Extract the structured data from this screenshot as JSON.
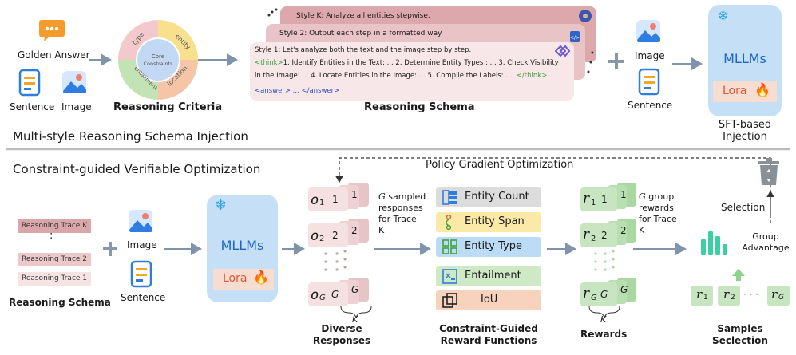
{
  "top": {
    "golden_answer": "Golden Answer",
    "sentence": "Sentence",
    "image": "Image",
    "criteria": {
      "center_line1": "Core",
      "center_line2": "Constraints",
      "segments": [
        "type",
        "entity",
        "location",
        "entailment"
      ],
      "title": "Reasoning Criteria"
    },
    "schema": {
      "style_k": "Style K: Analyze all entities stepwise.",
      "style_2": "Style 2: Output each step in a formatted way.",
      "style_1_line1": "Style 1: Let's analyze both the text and the image step by step.",
      "style_1_think_open": "<think>",
      "style_1_line2_text": "1. Identify Entities in the Text: ... 2. Determine Entity Types : ... 3. Check Visibility",
      "style_1_line3_text": "in the Image: ... 4. Locate Entities in the Image: ... 5. Compile the Labels: ...",
      "style_1_think_close": "</think>",
      "style_1_answer": "<answer> ... </answer>",
      "title": "Reasoning Schema"
    },
    "right_image": "Image",
    "right_sentence": "Sentence",
    "mllm": {
      "title": "MLLMs",
      "lora": "Lora"
    },
    "sft_title_line1": "SFT-based",
    "sft_title_line2": "Injection",
    "section_title": "Multi-style Reasoning Schema Injection"
  },
  "bottom": {
    "section_title": "Constraint-guided Verifiable Optimization",
    "policy": "Policy Gradient Optimization",
    "traces": [
      "Reasoning Trace K",
      "Reasoning Trace 2",
      "Reasoning Trace 1"
    ],
    "traces_dots": ":",
    "reasoning_schema": "Reasoning Schema",
    "image": "Image",
    "sentence": "Sentence",
    "mllm": {
      "title": "MLLMs",
      "lora": "Lora"
    },
    "responses": {
      "o1": {
        "main": "o",
        "sub": "1",
        "s1": "1",
        "s2": "1"
      },
      "o2": {
        "main": "o",
        "sub": "2",
        "s1": "2",
        "s2": "2"
      },
      "oG": {
        "main": "o",
        "sub": "G",
        "s1": "G",
        "s2": "G"
      },
      "k": "K",
      "note_line1": "G",
      "note_line1_rest": " sampled",
      "note_line2": "responses",
      "note_line3": "for Trace",
      "note_line4": "K",
      "title_line1": "Diverse",
      "title_line2": "Responses"
    },
    "reward_functions": {
      "items": [
        "Entity Count",
        "Entity Span",
        "Entity Type",
        "Entailment",
        "IoU"
      ],
      "title_line1": "Constraint-Guided",
      "title_line2": "Reward Functions"
    },
    "rewards": {
      "r1": {
        "main": "r",
        "sub": "1",
        "s1": "1",
        "s2": "1"
      },
      "r2": {
        "main": "r",
        "sub": "2",
        "s1": "2",
        "s2": "2"
      },
      "rG": {
        "main": "r",
        "sub": "G",
        "s1": "G",
        "s2": "G"
      },
      "k": "K",
      "note_line1": "G",
      "note_line1_rest": " group",
      "note_line2": "rewards",
      "note_line3": "for Trace",
      "note_line4": "K",
      "title": "Rewards"
    },
    "selection": {
      "selection_label": "Selection",
      "group_line1": "Group",
      "group_line2": "Advantage",
      "r1": "r",
      "r1_sub": "1",
      "r2": "r",
      "r2_sub": "2",
      "dots": "· · ·",
      "rG": "r",
      "rG_sub": "G",
      "title_line1": "Samples",
      "title_line2": "Seclection"
    }
  },
  "colors": {
    "mllm_box": "#c5dff7",
    "lora_box": "#f7ddd0",
    "lora_text": "#e0553a",
    "schema_k": "#dca8ab",
    "schema_2": "#e9c4c6",
    "schema_1": "#f8e7e8",
    "trace_k": "#d9a7aa",
    "trace_2": "#ecc8ca",
    "trace_1": "#f6e3e4",
    "green_card": "#c6e5c0",
    "gray_rf": "#dcdcdc",
    "yellow_rf": "#fbe9a8",
    "blue_rf": "#bcdcf6",
    "green_rf": "#cfe9c6",
    "orange_rf": "#f7d2bd",
    "arrow": "#7f93ab"
  }
}
